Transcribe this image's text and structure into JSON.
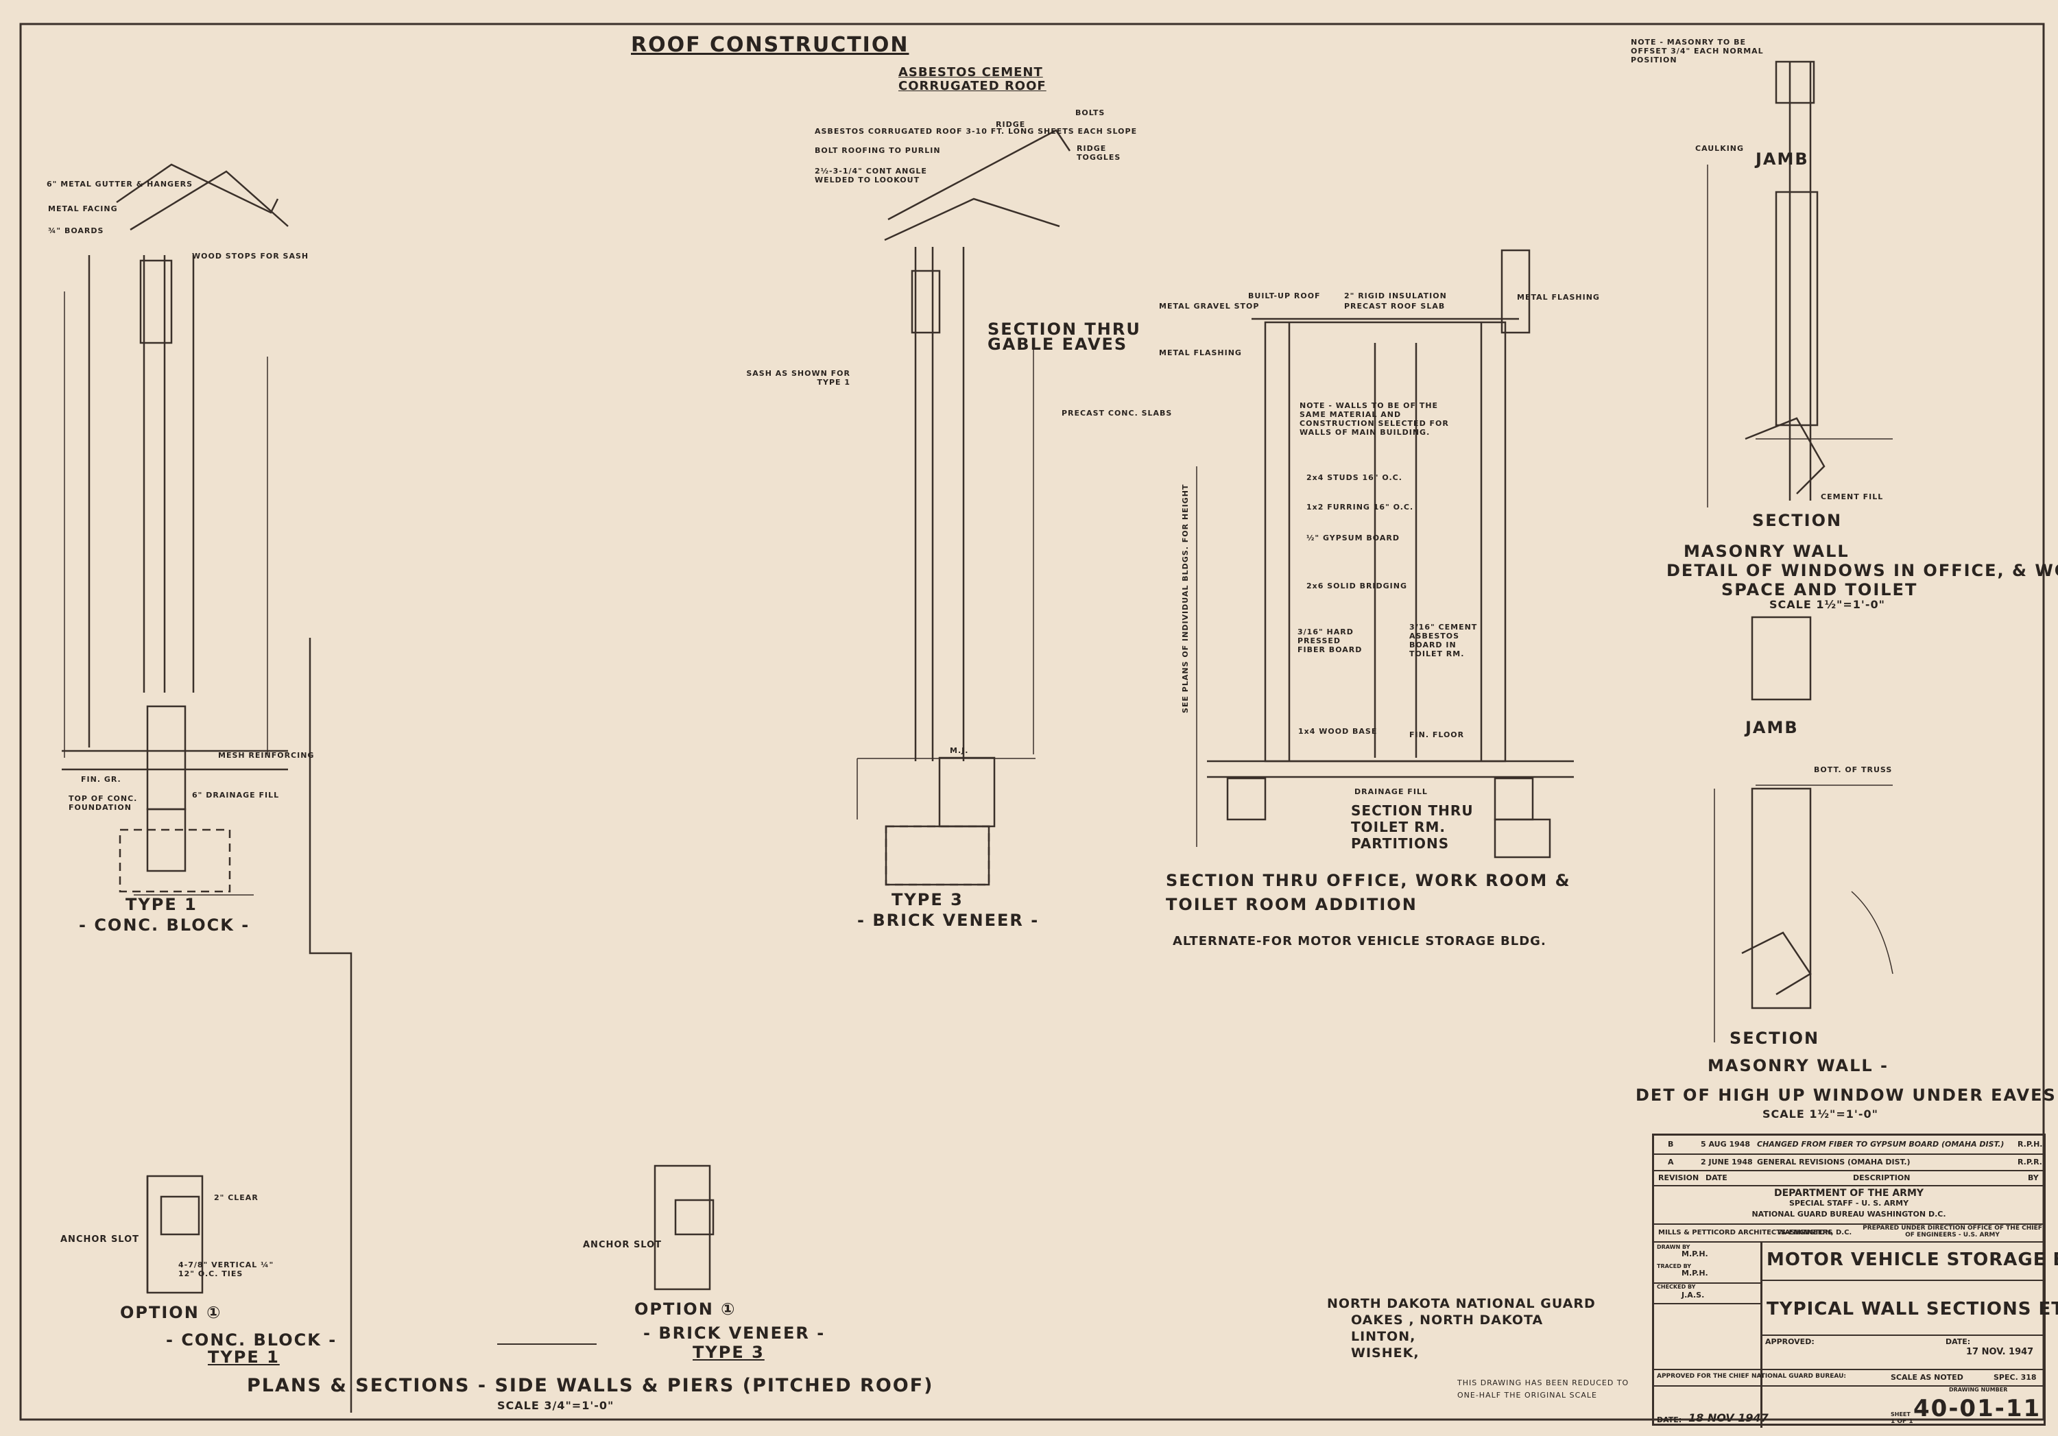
{
  "sheet": {
    "roof_construction": "ROOF CONSTRUCTION",
    "roof_type": "ASBESTOS CEMENT",
    "roof_type_2": "CORRUGATED ROOF",
    "type1_title": "TYPE 1",
    "type1_sub": "- CONC. BLOCK -",
    "type3_title": "TYPE 3",
    "type3_sub": "- BRICK VENEER -",
    "gable_title": "SECTION THRU",
    "gable_title_2": "GABLE EAVES",
    "office_title": "SECTION THRU OFFICE, WORK ROOM &",
    "office_title_2": "TOILET ROOM ADDITION",
    "office_alt": "ALTERNATE-FOR MOTOR VEHICLE STORAGE BLDG.",
    "toilet_title": "SECTION THRU",
    "toilet_title_2": "TOILET RM.",
    "toilet_title_3": "PARTITIONS",
    "masonry_title_1": "MASONRY WALL",
    "masonry_title_2": "DETAIL OF WINDOWS IN OFFICE, & WORK",
    "masonry_title_3": "SPACE AND TOILET",
    "masonry_scale": "SCALE 1½\"=1'-0\"",
    "jamb_1": "JAMB",
    "section_1": "SECTION",
    "jamb_2": "JAMB",
    "section_2": "SECTION",
    "highup_title_1": "MASONRY WALL -",
    "highup_title_2": "DET OF HIGH UP WINDOW UNDER EAVES",
    "highup_scale": "SCALE 1½\"=1'-0\"",
    "option1_a": "OPTION ①",
    "option1_a_sub": "- CONC. BLOCK -",
    "option1_a_type": "TYPE 1",
    "option1_b": "OPTION ①",
    "option1_b_sub": "- BRICK VENEER -",
    "option1_b_type": "TYPE 3",
    "anchor_slot": "ANCHOR SLOT",
    "anchor_slot_2": "ANCHOR SLOT",
    "plans_title": "PLANS & SECTIONS - SIDE WALLS & PIERS (PITCHED ROOF)",
    "plans_scale": "SCALE 3/4\"=1'-0\"",
    "nd_guard": "NORTH DAKOTA NATIONAL GUARD",
    "nd_oakes": "OAKES , NORTH DAKOTA",
    "nd_linton": "LINTON,",
    "nd_wishek": "WISHEK,",
    "reduced_note": "THIS DRAWING HAS BEEN REDUCED TO",
    "reduced_note_2": "ONE-HALF THE ORIGINAL SCALE",
    "note_masonry": "NOTE - MASONRY TO BE OFFSET 3/4\" EACH NORMAL POSITION",
    "note_walls": "NOTE - WALLS TO BE OF THE SAME MATERIAL AND CONSTRUCTION SELECTED FOR WALLS OF MAIN BUILDING."
  },
  "labels": {
    "metal_gutter": "6\" METAL GUTTER & HANGERS",
    "metal_facing": "METAL FACING",
    "boards": "¾\" BOARDS",
    "wood_stops": "WOOD STOPS FOR SASH",
    "asbestos_roof": "ASBESTOS CORRUGATED ROOF 3-10 FT. LONG SHEETS EACH SLOPE",
    "bolt_roofing": "BOLT ROOFING TO PURLIN",
    "ridge": "RIDGE",
    "bolts": "BOLTS",
    "ridge_toggles": "RIDGE TOGGLES",
    "cont_angle": "2½-3-1/4\" CONT ANGLE WELDED TO LOOKOUT",
    "sash_as": "SASH AS SHOWN FOR TYPE 1",
    "precast": "PRECAST CONC. SLABS",
    "metal_flashing": "METAL FLASHING",
    "metal_flashing_2": "METAL FLASHING",
    "metal_gravel": "METAL GRAVEL STOP",
    "built_up": "BUILT-UP ROOF",
    "rigid_insulation": "2\" RIGID INSULATION",
    "precast_roof": "PRECAST ROOF SLAB",
    "studs": "2x4 STUDS 16\" O.C.",
    "furring": "1x2 FURRING 16\" O.C.",
    "gypsum": "½\" GYPSUM BOARD",
    "solid_bridging": "2x6 SOLID BRIDGING",
    "fiber_board": "3/16\" HARD PRESSED FIBER BOARD",
    "cement_board": "3/16\" CEMENT ASBESTOS BOARD IN TOILET RM.",
    "wood_base": "1x4 WOOD BASE",
    "fin_floor": "FIN. FLOOR",
    "drainage_fill": "DRAINAGE FILL",
    "drainage_fill_2": "6\" DRAINAGE FILL",
    "see_plans": "SEE PLANS OF INDIVIDUAL BLDGS. FOR HEIGHT",
    "caulking": "CAULKING",
    "cement_fill": "CEMENT FILL",
    "bott_truss": "BOTT. OF TRUSS",
    "clear_2": "2\" CLEAR",
    "vertical_ties": "4-7/8\" VERTICAL ¼\" 12\" O.C. TIES",
    "mesh": "MESH REINFORCING",
    "top_foundation": "TOP OF CONC. FOUNDATION",
    "fin_gr": "FIN. GR.",
    "m_j": "M.J."
  },
  "title_block": {
    "rev_b": "B",
    "rev_b_date": "5 AUG 1948",
    "rev_b_desc": "CHANGED FROM FIBER TO GYPSUM BOARD (OMAHA DIST.)",
    "rev_b_by": "R.P.H.",
    "rev_a": "A",
    "rev_a_date": "2 JUNE 1948",
    "rev_a_desc": "GENERAL REVISIONS (OMAHA DIST.)",
    "rev_a_by": "R.P.R.",
    "hdr_revision": "REVISION",
    "hdr_date": "DATE",
    "hdr_description": "DESCRIPTION",
    "hdr_by": "BY",
    "dept": "DEPARTMENT OF THE ARMY",
    "staff": "SPECIAL STAFF - U. S. ARMY",
    "bureau": "NATIONAL GUARD BUREAU   WASHINGTON D.C.",
    "architects": "MILLS & PETTICORD ARCHITECTS-ENGINEERS",
    "architects_loc": "WASHINGTON, D.C.",
    "prepared": "PREPARED UNDER DIRECTION OFFICE OF THE CHIEF OF ENGINEERS - U.S. ARMY",
    "drawn_by_label": "DRAWN BY",
    "drawn_by": "M.P.H.",
    "traced_by_label": "TRACED BY",
    "traced_by": "M.P.H.",
    "checked_by_label": "CHECKED BY",
    "checked_by": "J.A.S.",
    "project": "MOTOR VEHICLE STORAGE BLDG.",
    "sheet_title": "TYPICAL WALL SECTIONS ETC",
    "approved_label": "APPROVED:",
    "date_label": "DATE:",
    "date_value": "17 NOV. 1947",
    "approved_chief": "APPROVED FOR THE CHIEF NATIONAL GUARD BUREAU:",
    "scale": "SCALE AS NOTED",
    "spec": "SPEC. 318",
    "drawing_number_label": "DRAWING NUMBER",
    "drawing_number": "40-01-11",
    "final_date_label": "DATE:",
    "final_date": "18 NOV 1947",
    "sheet_label": "SHEET",
    "sheet_of": "1 OF 1"
  }
}
